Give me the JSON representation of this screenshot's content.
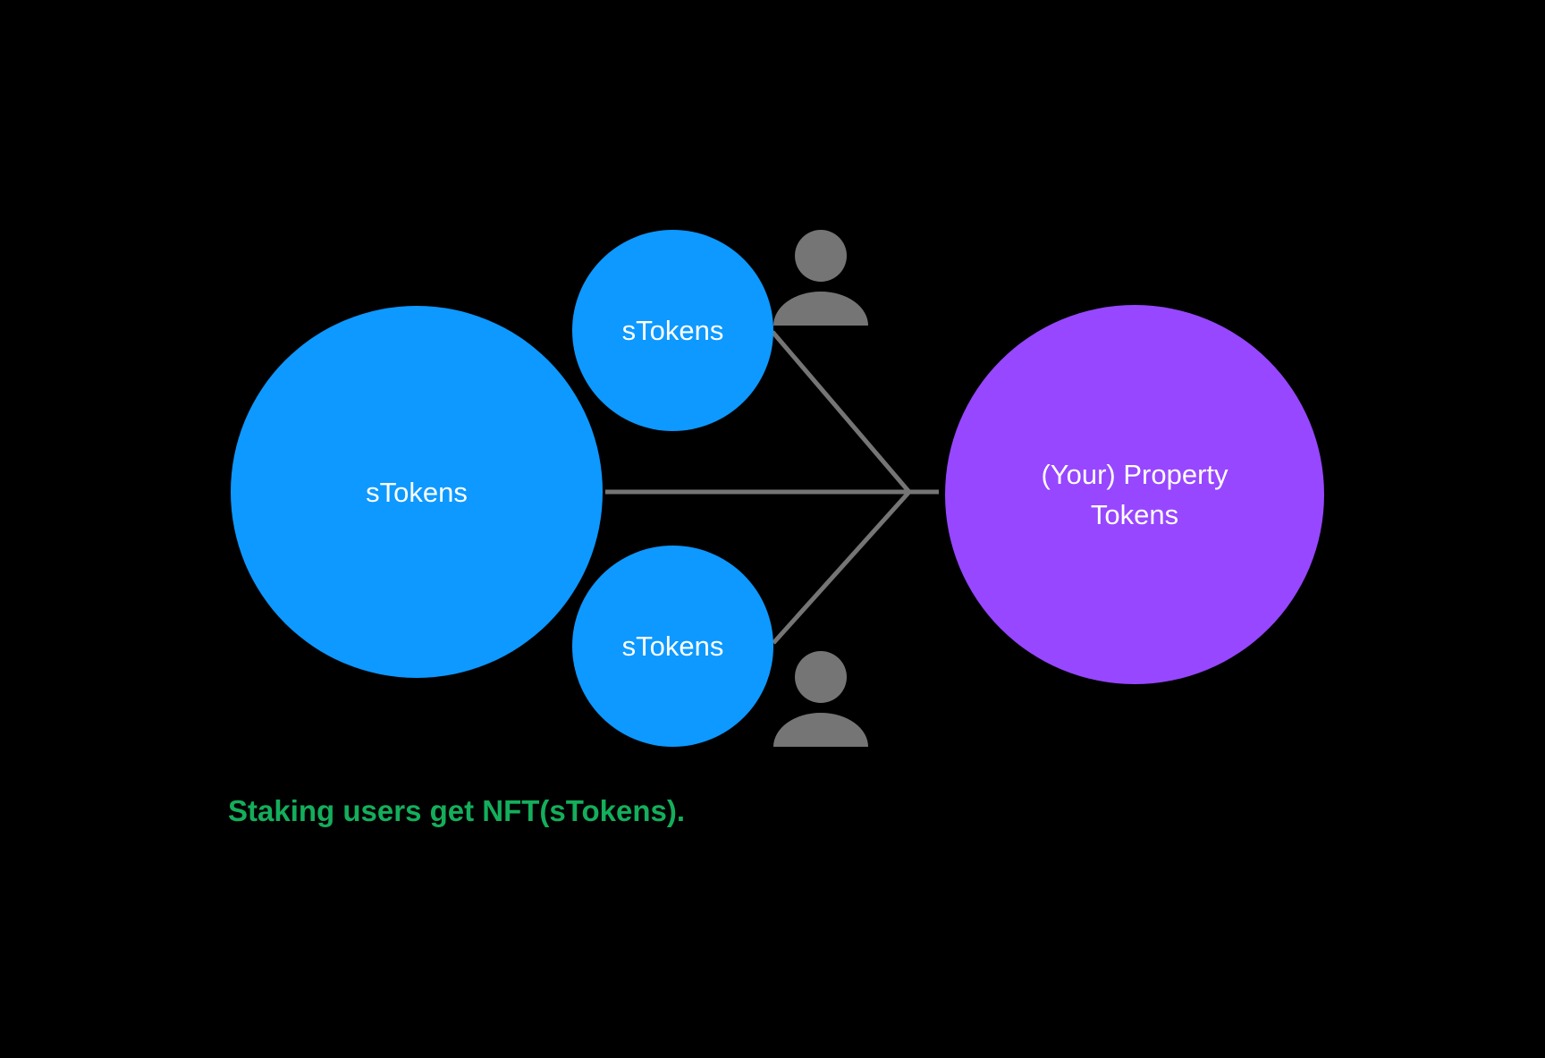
{
  "colors": {
    "node_blue": "#0D99FF",
    "node_purple": "#9747FF",
    "connector_gray": "#757575",
    "user_icon_gray": "#757575",
    "caption_green": "#14AE5C",
    "node_text": "#FFFFFF",
    "canvas_bg": "#000000"
  },
  "diagram": {
    "source_node": {
      "label": "sTokens"
    },
    "stoken_top_node": {
      "label": "sTokens"
    },
    "stoken_bottom_node": {
      "label": "sTokens"
    },
    "target_node": {
      "label": "(Your) Property Tokens"
    },
    "user_icons": [
      {
        "name": "user-icon"
      },
      {
        "name": "user-icon"
      }
    ],
    "caption": "Staking users get NFT(sTokens)."
  }
}
